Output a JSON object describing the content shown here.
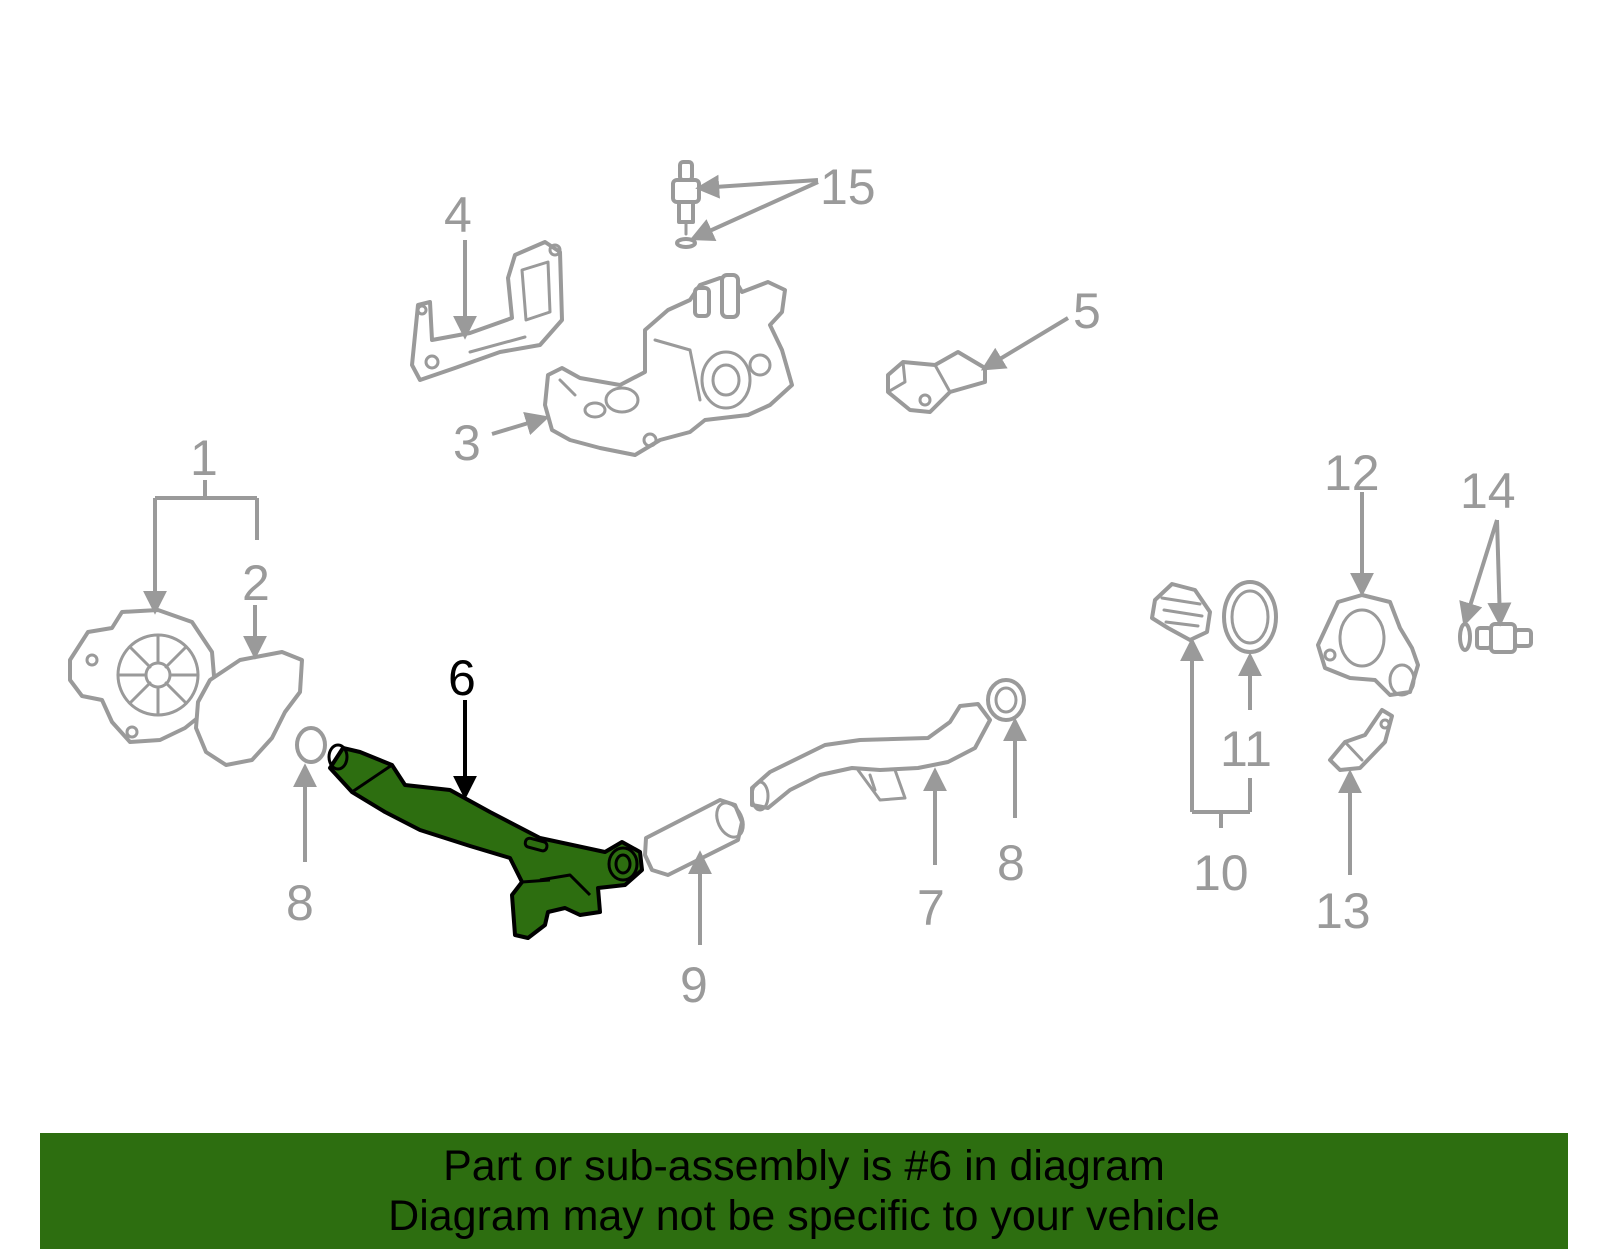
{
  "diagram": {
    "highlighted_part": "6",
    "colors": {
      "highlight_fill": "#2d6e10",
      "highlight_outline": "#000000",
      "part_outline": "#9a9a9a",
      "banner": "#2d6e10"
    },
    "callouts": {
      "c1": "1",
      "c2": "2",
      "c3": "3",
      "c4": "4",
      "c5": "5",
      "c6": "6",
      "c7": "7",
      "c8a": "8",
      "c8b": "8",
      "c9": "9",
      "c10": "10",
      "c11": "11",
      "c12": "12",
      "c13": "13",
      "c14": "14",
      "c15": "15"
    }
  },
  "banner": {
    "line1": "Part or sub-assembly is #6 in diagram",
    "line2": "Diagram may not be specific to your vehicle"
  }
}
